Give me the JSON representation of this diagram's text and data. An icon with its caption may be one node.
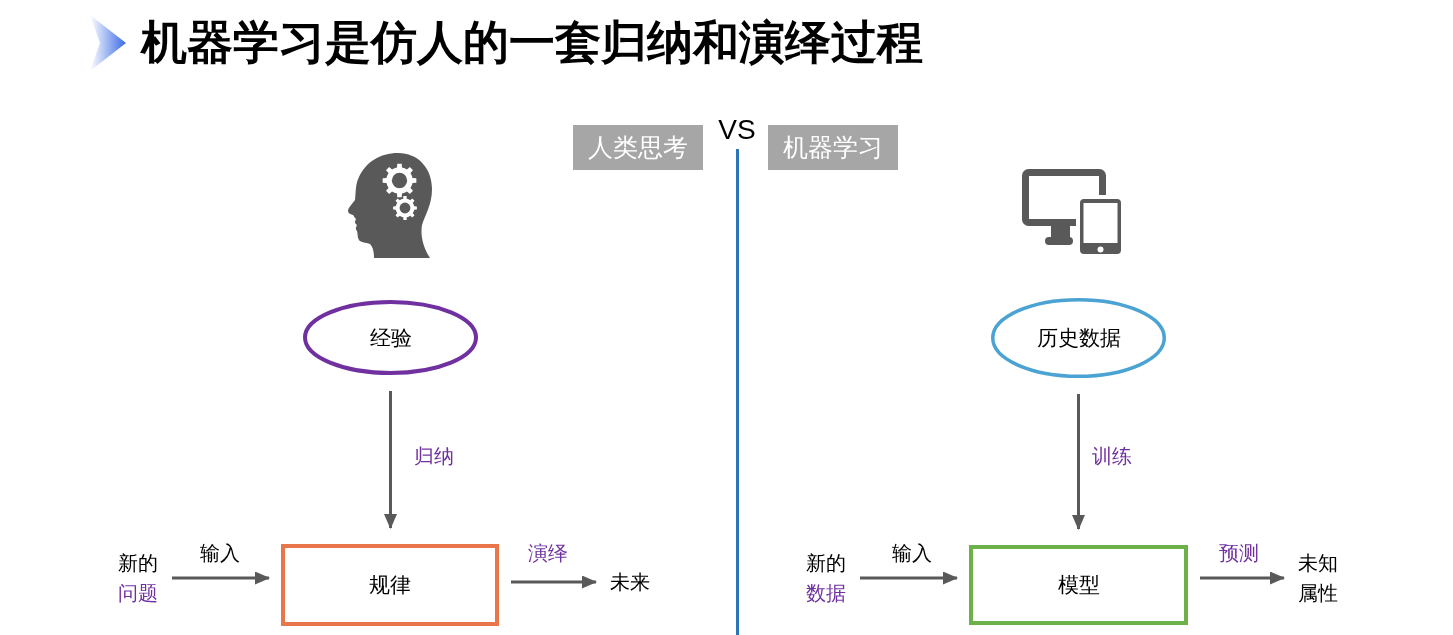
{
  "diagram": {
    "title": "机器学习是仿人的一套归纳和演绎过程",
    "nodes": [
      {
        "text": [
          "人类思考"
        ]
      },
      {
        "text": [
          "机器学习"
        ]
      },
      {
        "text": [
          "经验"
        ]
      },
      {
        "text": [
          "新的",
          "问题"
        ]
      },
      {
        "text": [
          "规律"
        ]
      },
      {
        "text": [
          "未来"
        ]
      },
      {
        "text": [
          "历史数据"
        ]
      },
      {
        "text": [
          "新的",
          "数据"
        ]
      },
      {
        "text": [
          "模型"
        ]
      },
      {
        "text": [
          "未知属性"
        ]
      }
    ],
    "edges": [
      {
        "from": 2,
        "to": 4,
        "arrow": "to",
        "label": "归纳"
      },
      {
        "from": 3,
        "to": 4,
        "arrow": "to",
        "label": "输入"
      },
      {
        "from": 4,
        "to": 5,
        "arrow": "to",
        "label": "演绎"
      },
      {
        "from": 6,
        "to": 8,
        "arrow": "to",
        "label": "训练"
      },
      {
        "from": 7,
        "to": 8,
        "arrow": "to",
        "label": "输入"
      },
      {
        "from": 8,
        "to": 9,
        "arrow": "to",
        "label": "预测"
      }
    ],
    "labels": [
      "VS"
    ]
  }
}
